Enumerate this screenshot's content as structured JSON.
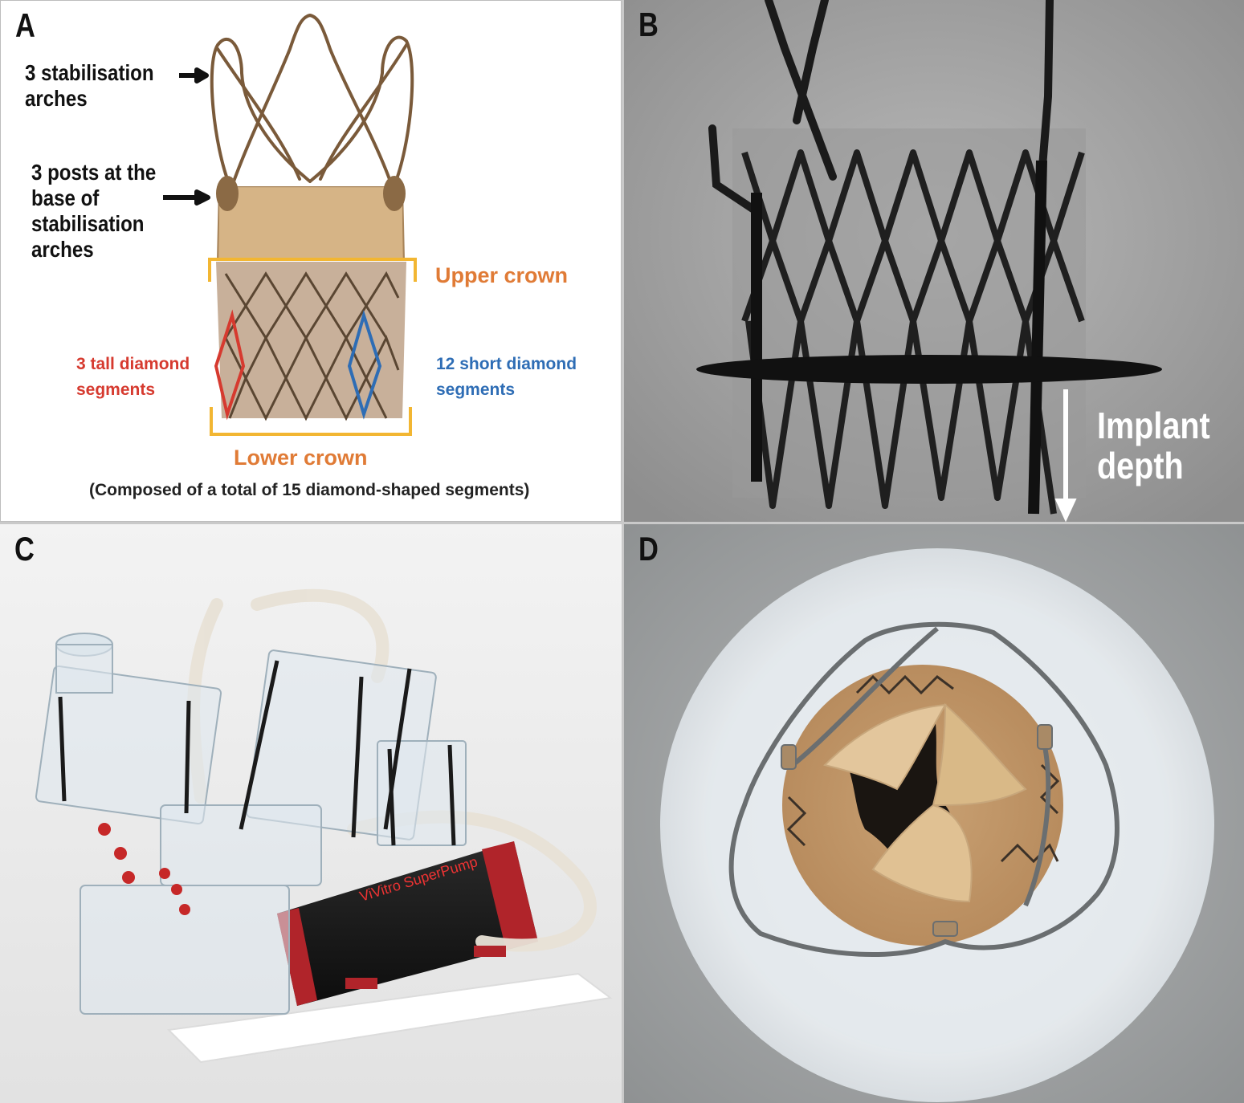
{
  "panels": {
    "a": {
      "letter": "A",
      "arches_label": [
        "3 stabilisation",
        "arches"
      ],
      "posts_label": [
        "3 posts at the",
        "base of",
        "stabilisation",
        "arches"
      ],
      "upper_crown": "Upper crown",
      "lower_crown": "Lower crown",
      "tall_segments": [
        "3 tall diamond",
        "segments"
      ],
      "short_segments": [
        "12 short diamond",
        "segments"
      ],
      "note": "(Composed of a total of 15 diamond-shaped segments)"
    },
    "b": {
      "letter": "B",
      "implant_depth": [
        "Implant",
        "depth"
      ]
    },
    "c": {
      "letter": "C",
      "pump_brand": "ViVitro SuperPump"
    },
    "d": {
      "letter": "D"
    }
  },
  "colors": {
    "upper_crown": "#e07b36",
    "bracket": "#f2b632",
    "tall_diamond": "#d63a2f",
    "short_diamond": "#2e6db5"
  }
}
